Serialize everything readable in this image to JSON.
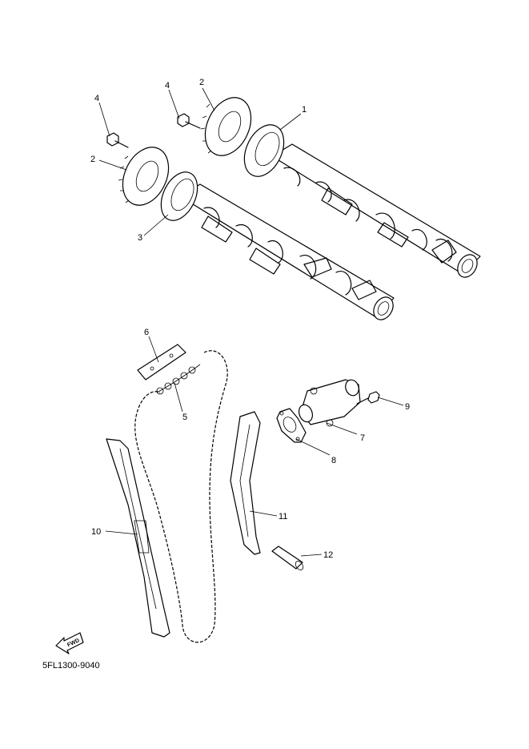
{
  "part_code": "5FL1300-9040",
  "fwd_label": "FWD",
  "callouts": {
    "c1": "1",
    "c2a": "2",
    "c2b": "2",
    "c3": "3",
    "c4a": "4",
    "c4b": "4",
    "c5": "5",
    "c6": "6",
    "c7": "7",
    "c8": "8",
    "c9": "9",
    "c10": "10",
    "c11": "11",
    "c12": "12"
  }
}
